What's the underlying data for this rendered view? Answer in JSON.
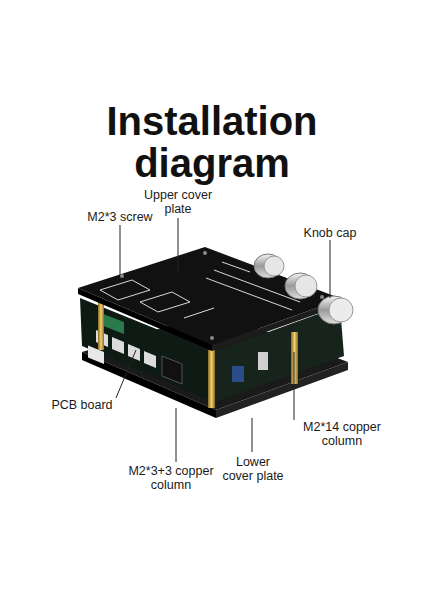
{
  "diagram": {
    "title": "Installation diagram",
    "labels": [
      "Upper cover plate",
      "M2*3 screw",
      "Knob cap",
      "PCB board",
      "M2*14 copper column",
      "Lower cover plate",
      "M2*3+3 copper column"
    ]
  }
}
